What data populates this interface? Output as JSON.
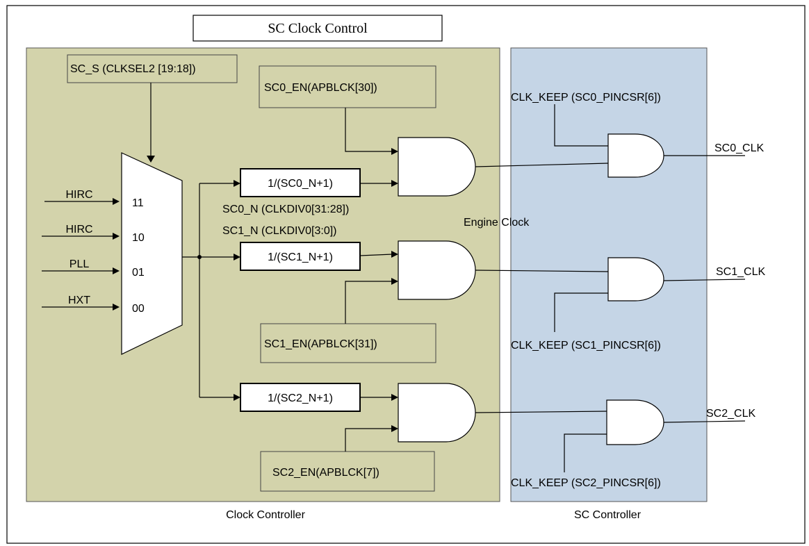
{
  "title": "SC  Clock Control",
  "panels": {
    "clock_controller": {
      "caption": "Clock Controller",
      "fill": "#d3d3ab"
    },
    "sc_controller": {
      "caption": "SC Controller",
      "fill": "#c5d5e6"
    }
  },
  "mux": {
    "select_label": "SC_S (CLKSEL2 [19:18])",
    "inputs": [
      {
        "source": "HIRC",
        "code": "11"
      },
      {
        "source": "HIRC",
        "code": "10"
      },
      {
        "source": "PLL",
        "code": "01"
      },
      {
        "source": "HXT",
        "code": "00"
      }
    ]
  },
  "dividers": {
    "sc0": "1/(SC0_N+1)",
    "sc1": "1/(SC1_N+1)",
    "sc2": "1/(SC2_N+1)"
  },
  "divider_notes": {
    "sc0": "SC0_N (CLKDIV0[31:28])",
    "sc1": "SC1_N (CLKDIV0[3:0])"
  },
  "enables": {
    "sc0": "SC0_EN(APBLCK[30])",
    "sc1": "SC1_EN(APBLCK[31])",
    "sc2": "SC2_EN(APBLCK[7])"
  },
  "engine_clock": "Engine Clock",
  "keep": {
    "sc0": "CLK_KEEP (SC0_PINCSR[6])",
    "sc1": "CLK_KEEP (SC1_PINCSR[6])",
    "sc2": "CLK_KEEP (SC2_PINCSR[6])"
  },
  "outputs": {
    "sc0": "SC0_CLK",
    "sc1": "SC1_CLK",
    "sc2": "SC2_CLK"
  }
}
